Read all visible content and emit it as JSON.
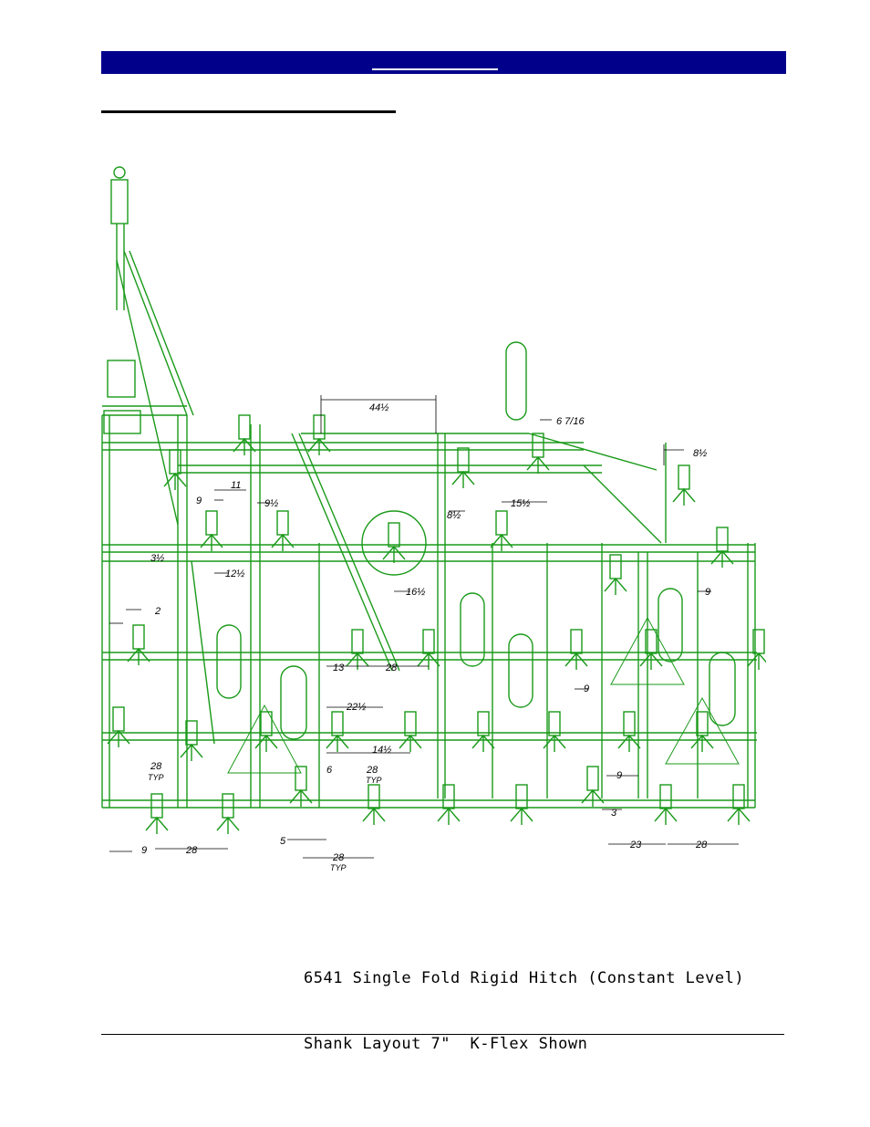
{
  "caption": {
    "line1": "6541 Single Fold Rigid Hitch (Constant Level)",
    "line2": "Shank Layout 7\"  K-Flex Shown"
  },
  "dimensions": {
    "d44": "44½",
    "d6_7_16": "6 7/16",
    "d8a": "8½",
    "d11": "11",
    "d9a": "9",
    "d9h": "9½",
    "d8b": "8½",
    "d15": "15½",
    "d3h": "3½",
    "d12": "12½",
    "d16": "16½",
    "d2": "2",
    "d9b": "9",
    "d13": "13",
    "d28a": "28",
    "d9c": "9",
    "d22": "22½",
    "d14": "14½",
    "d6": "6",
    "d28typ1": "28",
    "typ1": "TYP",
    "d28typ2": "28",
    "typ2": "TYP",
    "d9d": "9",
    "d3": "3",
    "d9e": "9",
    "d28b": "28",
    "d5": "5",
    "d28typ3": "28",
    "typ3": "TYP",
    "d23": "23",
    "d28c": "28"
  },
  "colors": {
    "header": "#00008b",
    "drawing_line": "#1a9a1a"
  }
}
